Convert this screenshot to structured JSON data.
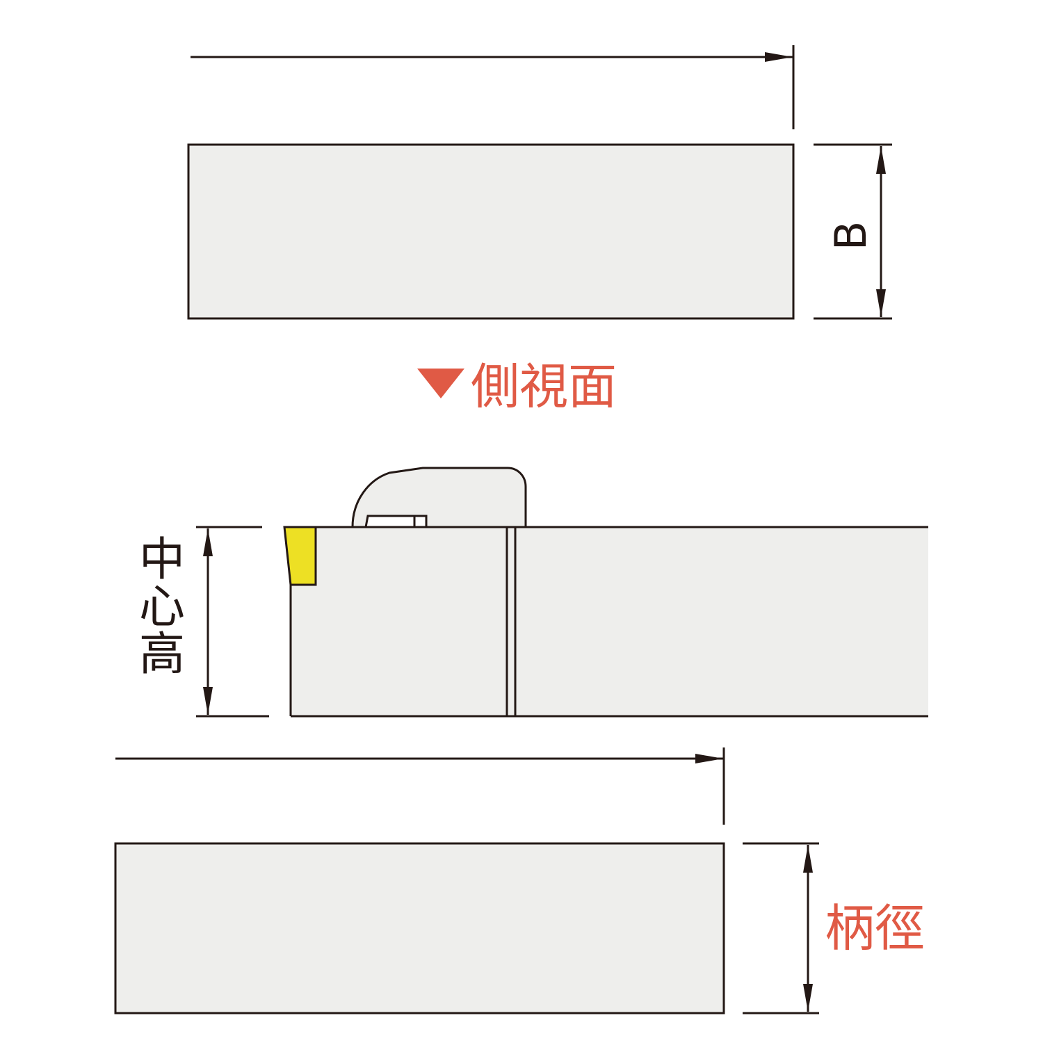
{
  "top_view": {
    "width_dim_label": "B"
  },
  "section_title": "側視面",
  "side_view": {
    "center_height_label": [
      "中",
      "心",
      "高"
    ]
  },
  "bottom_view": {
    "shank_dim_label": "柄徑"
  },
  "colors": {
    "stroke": "#231815",
    "fill": "#eeeeec",
    "accent": "#e05a45",
    "insert": "#ede024"
  }
}
